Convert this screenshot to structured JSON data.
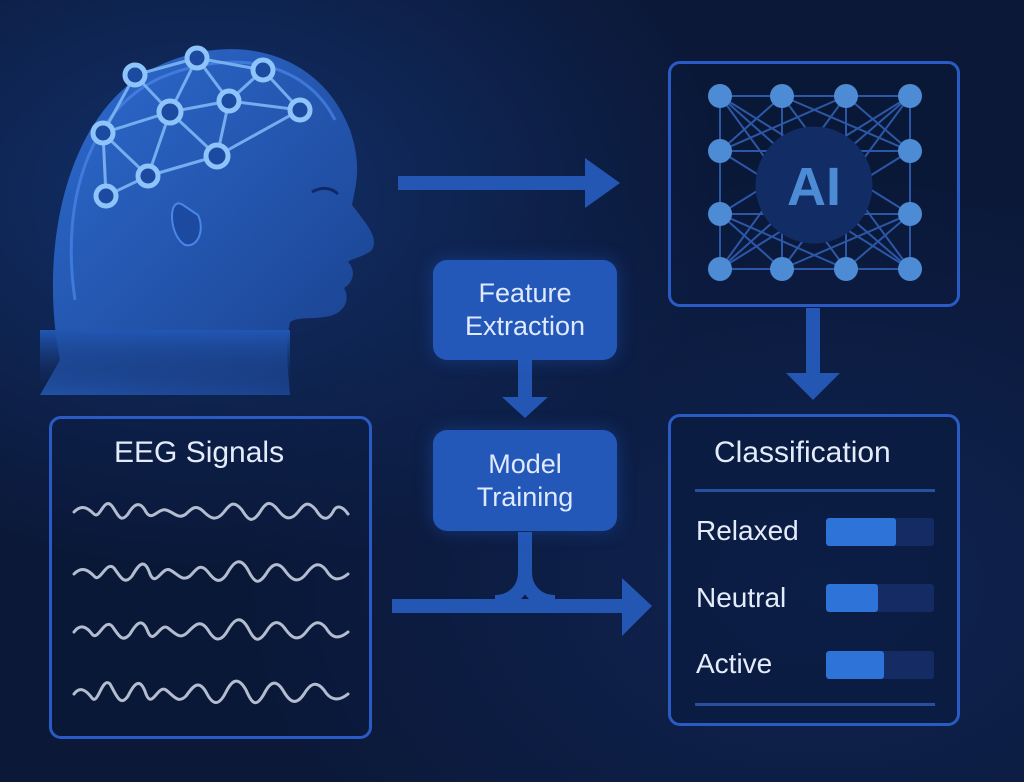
{
  "eeg_panel": {
    "title": "EEG Signals"
  },
  "steps": {
    "feature_extraction": [
      "Feature",
      "Extraction"
    ],
    "model_training": [
      "Model",
      "Training"
    ]
  },
  "ai_panel": {
    "badge": "AI"
  },
  "classification": {
    "title": "Classification",
    "rows": [
      {
        "label": "Relaxed",
        "level": 0.65
      },
      {
        "label": "Neutral",
        "level": 0.48
      },
      {
        "label": "Active",
        "level": 0.54
      }
    ]
  },
  "colors": {
    "background": "#0b1838",
    "accent": "#2358b8",
    "panel_border": "#2a5bc4",
    "node": "#5aa0ef",
    "bar_fill": "#2e73d8",
    "text": "#e4ebfa"
  }
}
